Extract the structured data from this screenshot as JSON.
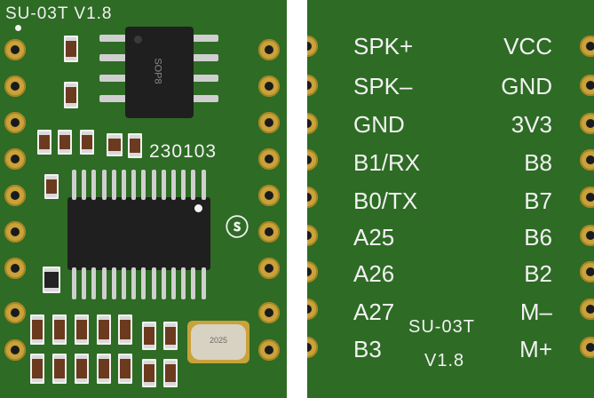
{
  "front": {
    "title_silk": "SU-03T  V1.8",
    "chip_label": "SOP8",
    "date_code": "230103",
    "crystal_label": "2025"
  },
  "back": {
    "left_pins": [
      "SPK+",
      "SPK–",
      "GND",
      "B1/RX",
      "B0/TX",
      "A25",
      "A26",
      "A27",
      "B3"
    ],
    "right_pins": [
      "VCC",
      "GND",
      "3V3",
      "B8",
      "B7",
      "B6",
      "B2",
      "M–",
      "M+"
    ],
    "model": "SU-03T",
    "version": "V1.8"
  },
  "colors": {
    "pcb": "#2e6b25",
    "pad": "#c9a23a",
    "silk": "#f2f2f2",
    "chip": "#1f1f1f"
  }
}
